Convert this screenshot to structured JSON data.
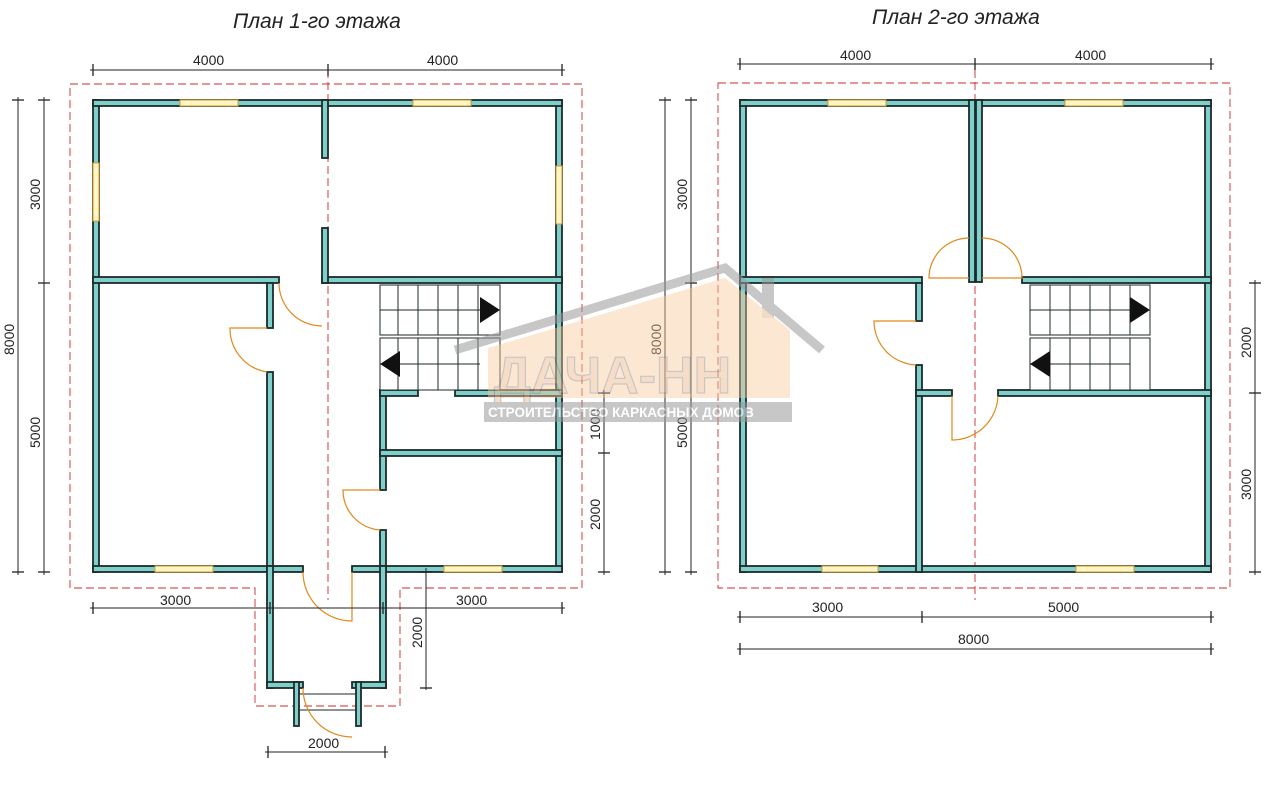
{
  "plan1": {
    "title": "План 1-го этажа",
    "dims": {
      "top_left": "4000",
      "top_right": "4000",
      "left_outer": "8000",
      "left_upper": "3000",
      "left_lower": "5000",
      "bottom_left": "3000",
      "bottom_right": "3000",
      "right_upper": "1000",
      "right_lower": "2000",
      "porch_depth": "2000",
      "porch_width": "2000"
    }
  },
  "plan2": {
    "title": "План 2-го этажа",
    "dims": {
      "top_left": "4000",
      "top_right": "4000",
      "left_outer": "8000",
      "left_upper": "3000",
      "left_lower": "5000",
      "right_upper": "2000",
      "right_lower": "3000",
      "bottom_left": "3000",
      "bottom_right": "5000",
      "bottom_total": "8000"
    }
  },
  "watermark": {
    "brand": "ДАЧА-НН",
    "tagline": "СТРОИТЕЛЬСТВО КАРКАСНЫХ ДОМОВ"
  },
  "colors": {
    "wall_fill": "#7fcfcb",
    "outline": "#cc2b2b",
    "door_swing": "#e08a1a",
    "window": "#fff7c8"
  }
}
